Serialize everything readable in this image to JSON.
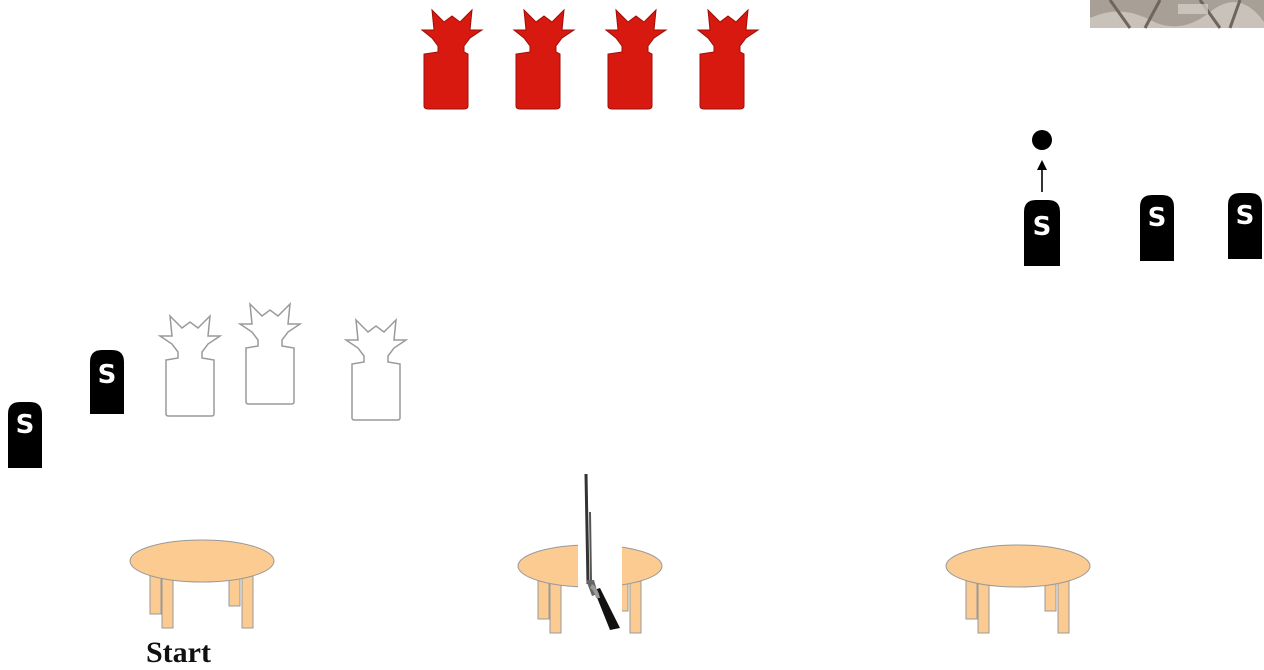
{
  "stage": {
    "start_label": "Start",
    "steel_letter": "S",
    "colors": {
      "red_target": "#d8190f",
      "red_target_edge": "#9c0e08",
      "steel_plate": "#000000",
      "table_top": "#fbcb92",
      "table_edge": "#999999",
      "outline_target": "#9a9a9a",
      "photo": "#a89f96"
    },
    "icons": {
      "red_targets": "cowboy-silhouette-target",
      "outline_targets": "cowboy-outline-target",
      "steel_plates": "steel-plate",
      "popper": "round-popper",
      "tables": "round-table",
      "rifle": "rifle",
      "photo": "photo-thumbnail"
    },
    "counts": {
      "red_targets": 4,
      "outline_targets": 3,
      "steel_plates": 5,
      "tables": 3
    }
  }
}
